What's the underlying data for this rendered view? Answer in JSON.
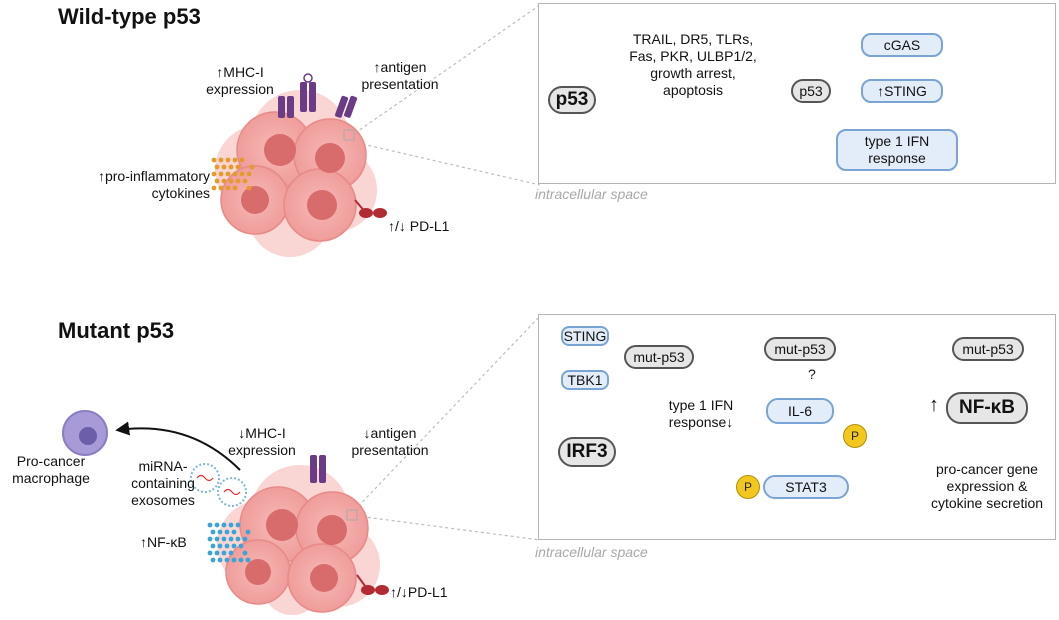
{
  "wild": {
    "title": "Wild-type p53",
    "mhc": [
      "↑MHC-I",
      "expression"
    ],
    "antigen": [
      "↑antigen",
      "presentation"
    ],
    "cytokines": [
      "↑pro-inflammatory",
      "cytokines"
    ],
    "pdl1": "↑/↓ PD-L1",
    "panel": {
      "p53": "p53",
      "targets": [
        "TRAIL, DR5, TLRs,",
        "Fas, PKR, ULBP1/2,",
        "growth arrest,",
        "apoptosis"
      ],
      "cgas": "cGAS",
      "p53_small": "p53",
      "sting": "↑STING",
      "ifn": [
        "type 1 IFN",
        "response"
      ],
      "space": "intracellular space"
    }
  },
  "mutant": {
    "title": "Mutant p53",
    "macrophage": [
      "Pro-cancer",
      "macrophage"
    ],
    "exosomes": [
      "miRNA-",
      "containing",
      "exosomes"
    ],
    "mhc": [
      "↓MHC-I",
      "expression"
    ],
    "antigen": [
      "↓antigen",
      "presentation"
    ],
    "nfkb": "↑NF-κB",
    "pdl1": "↑/↓PD-L1",
    "panel": {
      "sting": "STING",
      "mut1": "mut-p53",
      "tbk1": "TBK1",
      "irf3": "IRF3",
      "ifn": [
        "type 1 IFN",
        "response↓"
      ],
      "mut2": "mut-p53",
      "question": "?",
      "il6": "IL-6",
      "p": "P",
      "stat3": "STAT3",
      "mut3": "mut-p53",
      "nfkb_up": "↑",
      "nfkb": "NF-κB",
      "outcome": [
        "pro-cancer gene",
        "expression &",
        "cytokine secretion"
      ],
      "space": "intracellular space"
    }
  },
  "colors": {
    "purple_receptor": "#6b3b86",
    "pdl1_red": "#b22b32",
    "cell_pink": "#f3a5a5",
    "nucleus": "#d86b6b",
    "orange_dots": "#e59a2c",
    "blue_dots": "#3aa4d6",
    "pill_border": "#7aa3d6",
    "pill_fill": "#e3edfa",
    "phospho": "#f3c81e",
    "dna_red": "#c0242a",
    "dna_blue": "#2b6fb0"
  }
}
